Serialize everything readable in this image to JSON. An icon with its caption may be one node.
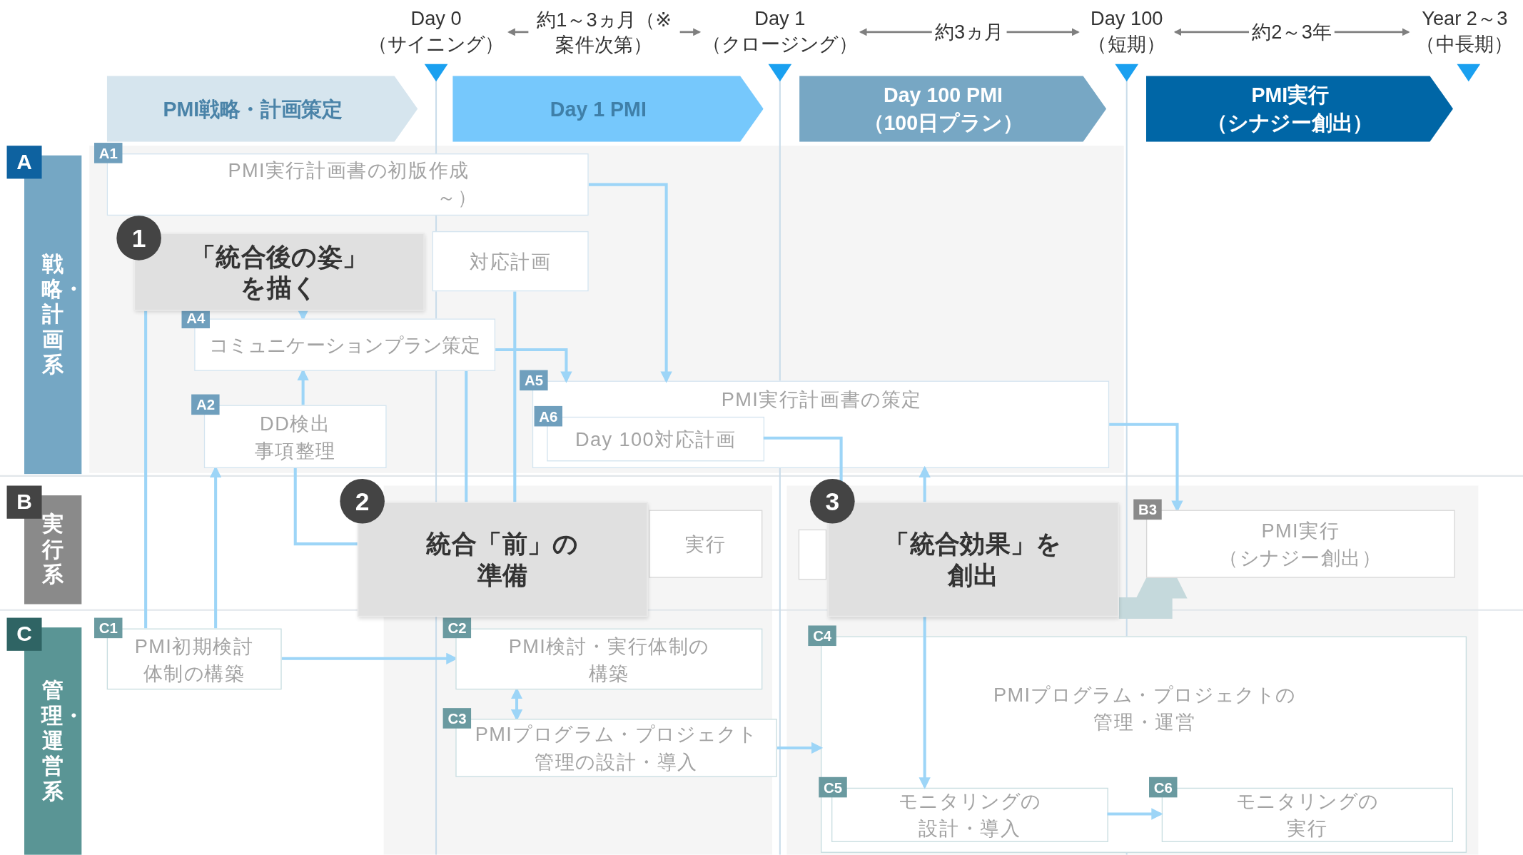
{
  "diagram": {
    "nodes": [
      {
        "text": [
          "Day 0（サイニング）"
        ]
      },
      {
        "text": [
          "Day 1（クロージング）"
        ]
      },
      {
        "text": [
          "Day 100（短期）"
        ]
      },
      {
        "text": [
          "Year 2～3（中長期）"
        ]
      },
      {
        "text": [
          "PMI戦略・計画策定"
        ]
      },
      {
        "text": [
          "Day 1 PMI"
        ]
      },
      {
        "text": [
          "Day 100 PMI（100日プラン）"
        ]
      },
      {
        "text": [
          "PMI実行（シナジー創出）"
        ]
      },
      {
        "text": [
          "A",
          "戦略・計画系"
        ]
      },
      {
        "text": [
          "B",
          "実行系"
        ]
      },
      {
        "text": [
          "C",
          "管理・運営系"
        ]
      },
      {
        "text": [
          "A1",
          "PMI実行計画書の初版作成",
          "～）"
        ]
      },
      {
        "text": [
          "対応計画"
        ]
      },
      {
        "text": [
          "A4",
          "コミュニケーションプラン策定"
        ]
      },
      {
        "text": [
          "A2",
          "DD検出事項整理"
        ]
      },
      {
        "text": [
          "A5",
          "PMI実行計画書の策定"
        ]
      },
      {
        "text": [
          "A6",
          "Day 100対応計画"
        ],
        "in": 15
      },
      {
        "text": [
          "実行"
        ]
      },
      {
        "text": [],
        "shape": "box"
      },
      {
        "text": [
          "B3",
          "PMI実行（シナジー創出）"
        ]
      },
      {
        "text": [
          "C1",
          "PMI初期検討体制の構築"
        ]
      },
      {
        "text": [
          "C2",
          "PMI検討・実行体制の構築"
        ]
      },
      {
        "text": [
          "C3",
          "PMIプログラム・プロジェクト管理の設計・導入"
        ]
      },
      {
        "text": [
          "C4",
          "PMIプログラム・プロジェクトの管理・運営"
        ]
      },
      {
        "text": [
          "C5",
          "モニタリングの設計・導入"
        ],
        "in": 23
      },
      {
        "text": [
          "C6",
          "モニタリングの実行"
        ],
        "in": 23
      },
      {
        "text": [
          "1",
          "「統合後の姿」を描く"
        ]
      },
      {
        "text": [
          "2",
          "統合「前」の準備"
        ]
      },
      {
        "text": [
          "3",
          "「統合効果」を創出"
        ]
      }
    ],
    "edges": [
      {
        "from": 0,
        "to": 1,
        "arrow": "both",
        "label": "約1～3ヵ月（※案件次第）",
        "color": "#7f7f7f"
      },
      {
        "from": 1,
        "to": 2,
        "arrow": "both",
        "label": "約3ヵ月",
        "color": "#7f7f7f"
      },
      {
        "from": 2,
        "to": 3,
        "arrow": "both",
        "label": "約2～3年",
        "color": "#7f7f7f"
      },
      {
        "from": 11,
        "to": 15,
        "arrow": "to"
      },
      {
        "from": 20,
        "to": 26,
        "arrow": "none"
      },
      {
        "from": 20,
        "to": 14,
        "arrow": "to"
      },
      {
        "from": 14,
        "to": 13,
        "arrow": "to"
      },
      {
        "from": 14,
        "to": 27,
        "arrow": "none"
      },
      {
        "from": 12,
        "to": 27,
        "arrow": "none"
      },
      {
        "from": 13,
        "to": 27,
        "arrow": "none"
      },
      {
        "from": 26,
        "to": 13,
        "arrow": "to"
      },
      {
        "from": 13,
        "to": 15,
        "arrow": "to"
      },
      {
        "from": 16,
        "to": 28,
        "arrow": "none"
      },
      {
        "from": 28,
        "to": 15,
        "arrow": "to"
      },
      {
        "from": 15,
        "to": 19,
        "arrow": "to"
      },
      {
        "from": 20,
        "to": 21,
        "arrow": "to"
      },
      {
        "from": 21,
        "to": 22,
        "arrow": "both"
      },
      {
        "from": 22,
        "to": 23,
        "arrow": "to"
      },
      {
        "from": 28,
        "to": 24,
        "arrow": "to"
      },
      {
        "from": 24,
        "to": 25,
        "arrow": "to"
      },
      {
        "from": 28,
        "to": 19,
        "arrow": "to",
        "style": "thick",
        "color": "#c5d9dc"
      }
    ]
  }
}
